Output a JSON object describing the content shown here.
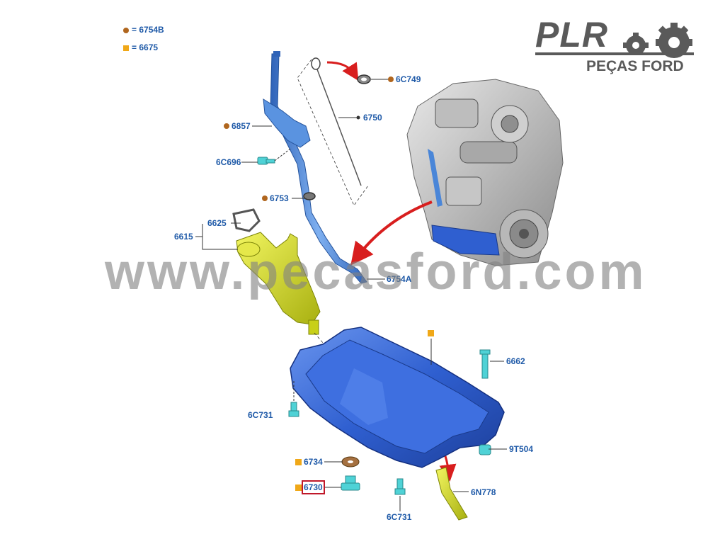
{
  "legend": {
    "round_marker": "= 6754B",
    "square_marker": "= 6675"
  },
  "logo": {
    "main": "PLR",
    "sub": "PEÇAS FORD"
  },
  "watermark": "www.pecasford.com",
  "callouts": {
    "c6C749": "6C749",
    "c6750": "6750",
    "c6857": "6857",
    "c6C696": "6C696",
    "c6753": "6753",
    "c6625": "6625",
    "c6615": "6615",
    "c6754A": "6754A",
    "c6662": "6662",
    "c6C731_left": "6C731",
    "c9T504": "9T504",
    "c6734": "6734",
    "c6730": "6730",
    "c6N778": "6N778",
    "c6C731_bottom": "6C731"
  },
  "colors": {
    "label_blue": "#1f5aa8",
    "pan_blue": "#2f5fd0",
    "tube_blue": "#4a86d8",
    "pickup_yellow": "#d8e020",
    "fastener_cyan": "#4fd2d6",
    "arrow_red": "#d81e1e",
    "highlight_red": "#c0182a",
    "logo_gray": "#5a5a5a"
  }
}
